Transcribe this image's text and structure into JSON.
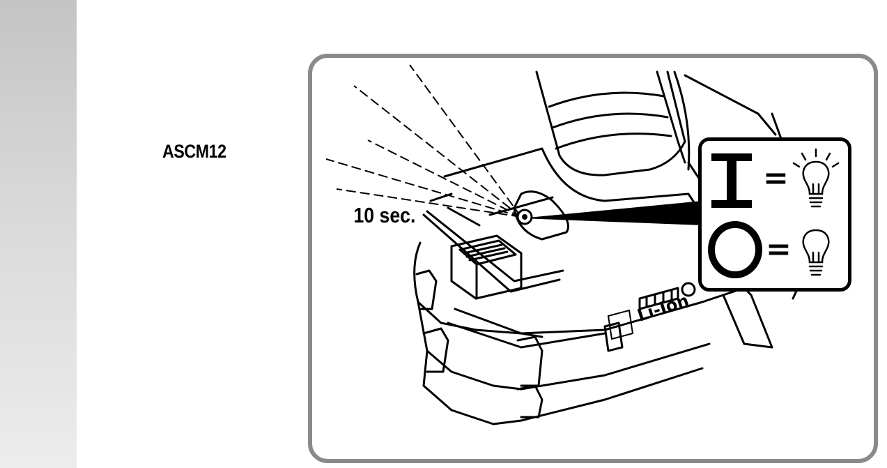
{
  "model": "ASCM12",
  "duration": "10 sec.",
  "battery_label": "Li-Ion",
  "legend": {
    "on_symbol": "I",
    "off_symbol": "O",
    "equals": "=",
    "on_meaning": "lamp-lit-icon",
    "off_meaning": "lamp-unlit-icon"
  },
  "colors": {
    "frame": "#8a8a8a",
    "strip": "#d0d0d0",
    "ink": "#000000"
  }
}
